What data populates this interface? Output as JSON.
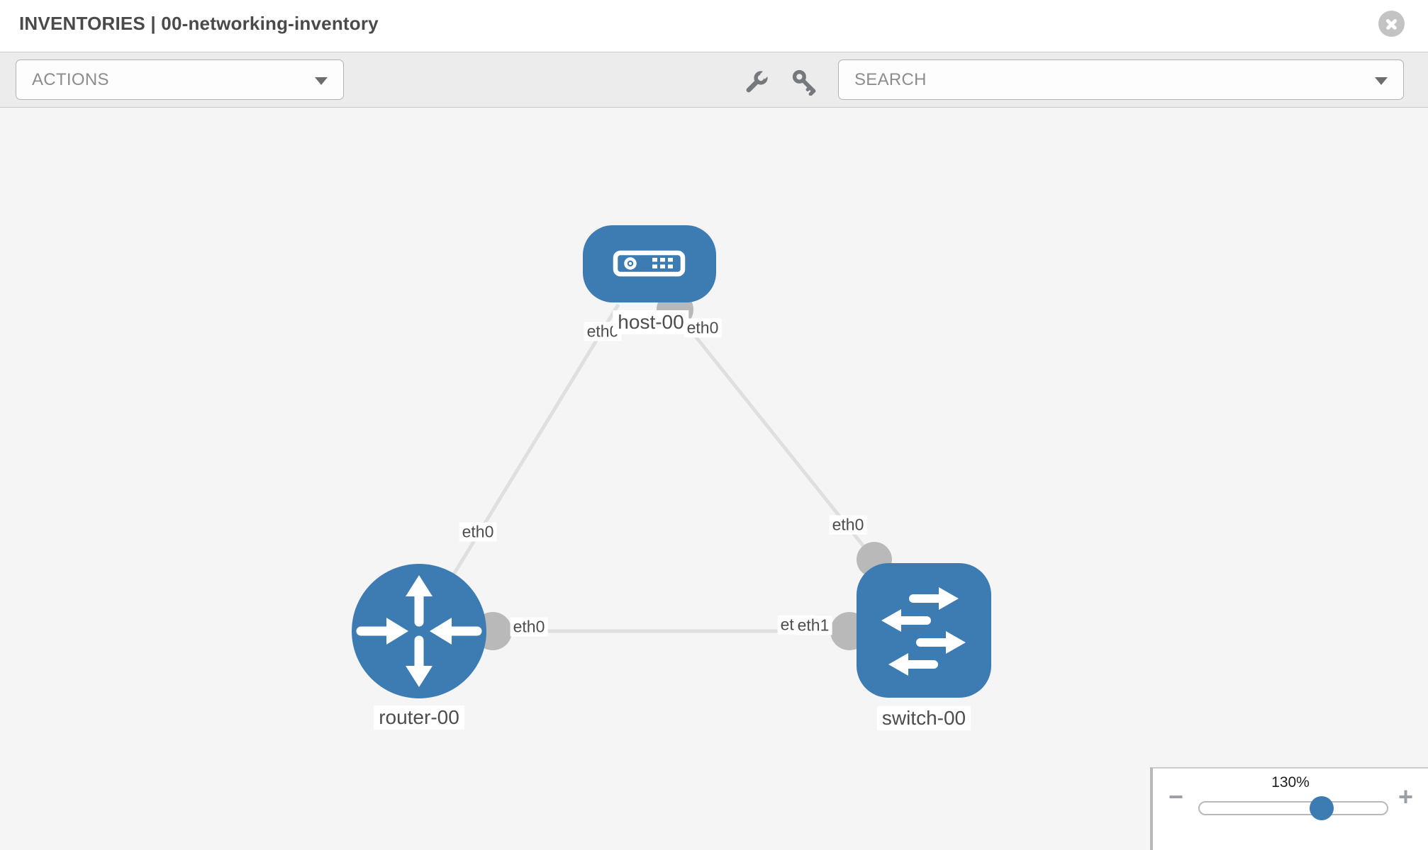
{
  "header": {
    "title": "INVENTORIES | 00-networking-inventory"
  },
  "toolbar": {
    "actions_label": "ACTIONS",
    "search_label": "SEARCH"
  },
  "topology": {
    "nodes": [
      {
        "label": "host-00",
        "type": "host"
      },
      {
        "label": "router-00",
        "type": "router"
      },
      {
        "label": "switch-00",
        "type": "switch"
      }
    ],
    "interface_labels": {
      "host_left": "eth0",
      "host_right": "eth0",
      "router_top": "eth0",
      "router_right": "eth0",
      "switch_top": "eth0",
      "switch_left_back": "eth0",
      "switch_left_front": "eth1"
    },
    "links": [
      {
        "from": "host-00",
        "from_interface": "eth0",
        "to": "router-00",
        "to_interface": "eth0"
      },
      {
        "from": "host-00",
        "from_interface": "eth0",
        "to": "switch-00",
        "to_interface": "eth0"
      },
      {
        "from": "router-00",
        "from_interface": "eth0",
        "to": "switch-00",
        "to_interface": "eth1"
      }
    ]
  },
  "zoom_control": {
    "level": "130%",
    "minus_label": "−",
    "plus_label": "+"
  },
  "colors": {
    "node_blue": "#3d7cb3",
    "link_gray": "#dfdfdf",
    "endpoint_gray": "#b9b9b9",
    "icon_gray": "#75797e"
  }
}
